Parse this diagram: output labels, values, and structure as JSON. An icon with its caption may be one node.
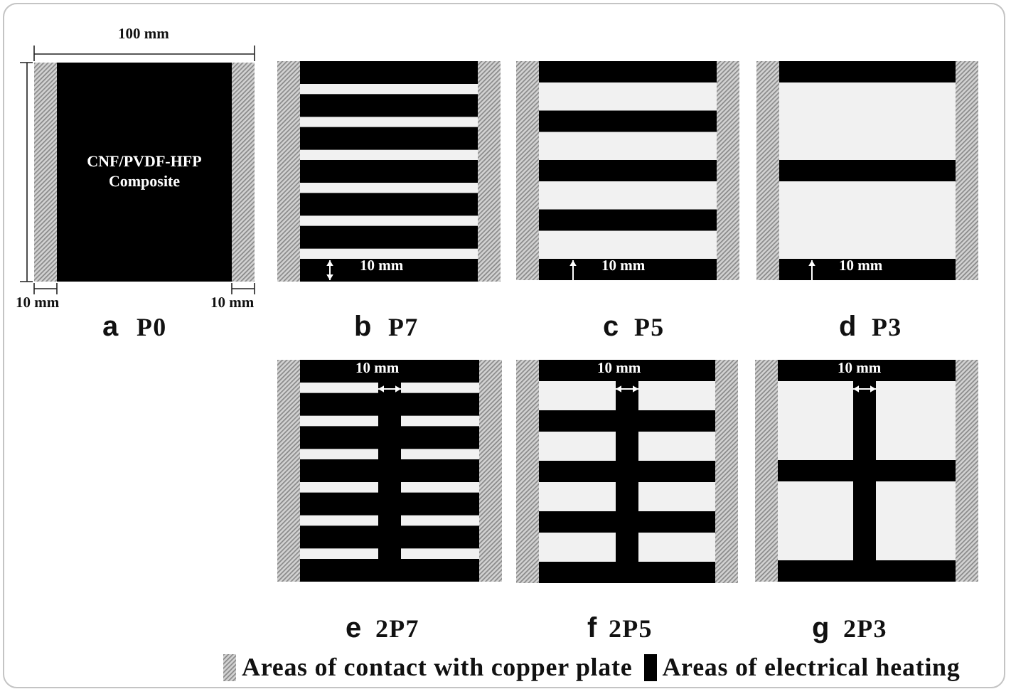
{
  "diagram": {
    "nodes": [
      {
        "text": [
          "CNF/PVDF-HFP Composite"
        ],
        "beside": [
          "a",
          "P0"
        ]
      },
      {
        "text": [],
        "shape": "picture",
        "beside": [
          "b",
          "P7"
        ]
      },
      {
        "text": [],
        "shape": "picture",
        "beside": [
          "c",
          "P5"
        ]
      },
      {
        "text": [],
        "shape": "picture",
        "beside": [
          "d",
          "P3"
        ]
      },
      {
        "text": [],
        "shape": "picture",
        "beside": [
          "e",
          "2P7"
        ]
      },
      {
        "text": [],
        "shape": "picture",
        "beside": [
          "f",
          "2P5"
        ]
      },
      {
        "text": [],
        "shape": "picture",
        "beside": [
          "g",
          "2P3"
        ]
      }
    ],
    "labels": [
      "100 mm",
      "10 mm",
      "10 mm",
      "10 mm",
      "10 mm",
      "10 mm",
      "10 mm",
      "10 mm",
      "10 mm"
    ],
    "legend": [
      {
        "text": "Areas of contact with copper plate"
      },
      {
        "text": "Areas of electrical heating",
        "color": "#000000"
      }
    ]
  }
}
